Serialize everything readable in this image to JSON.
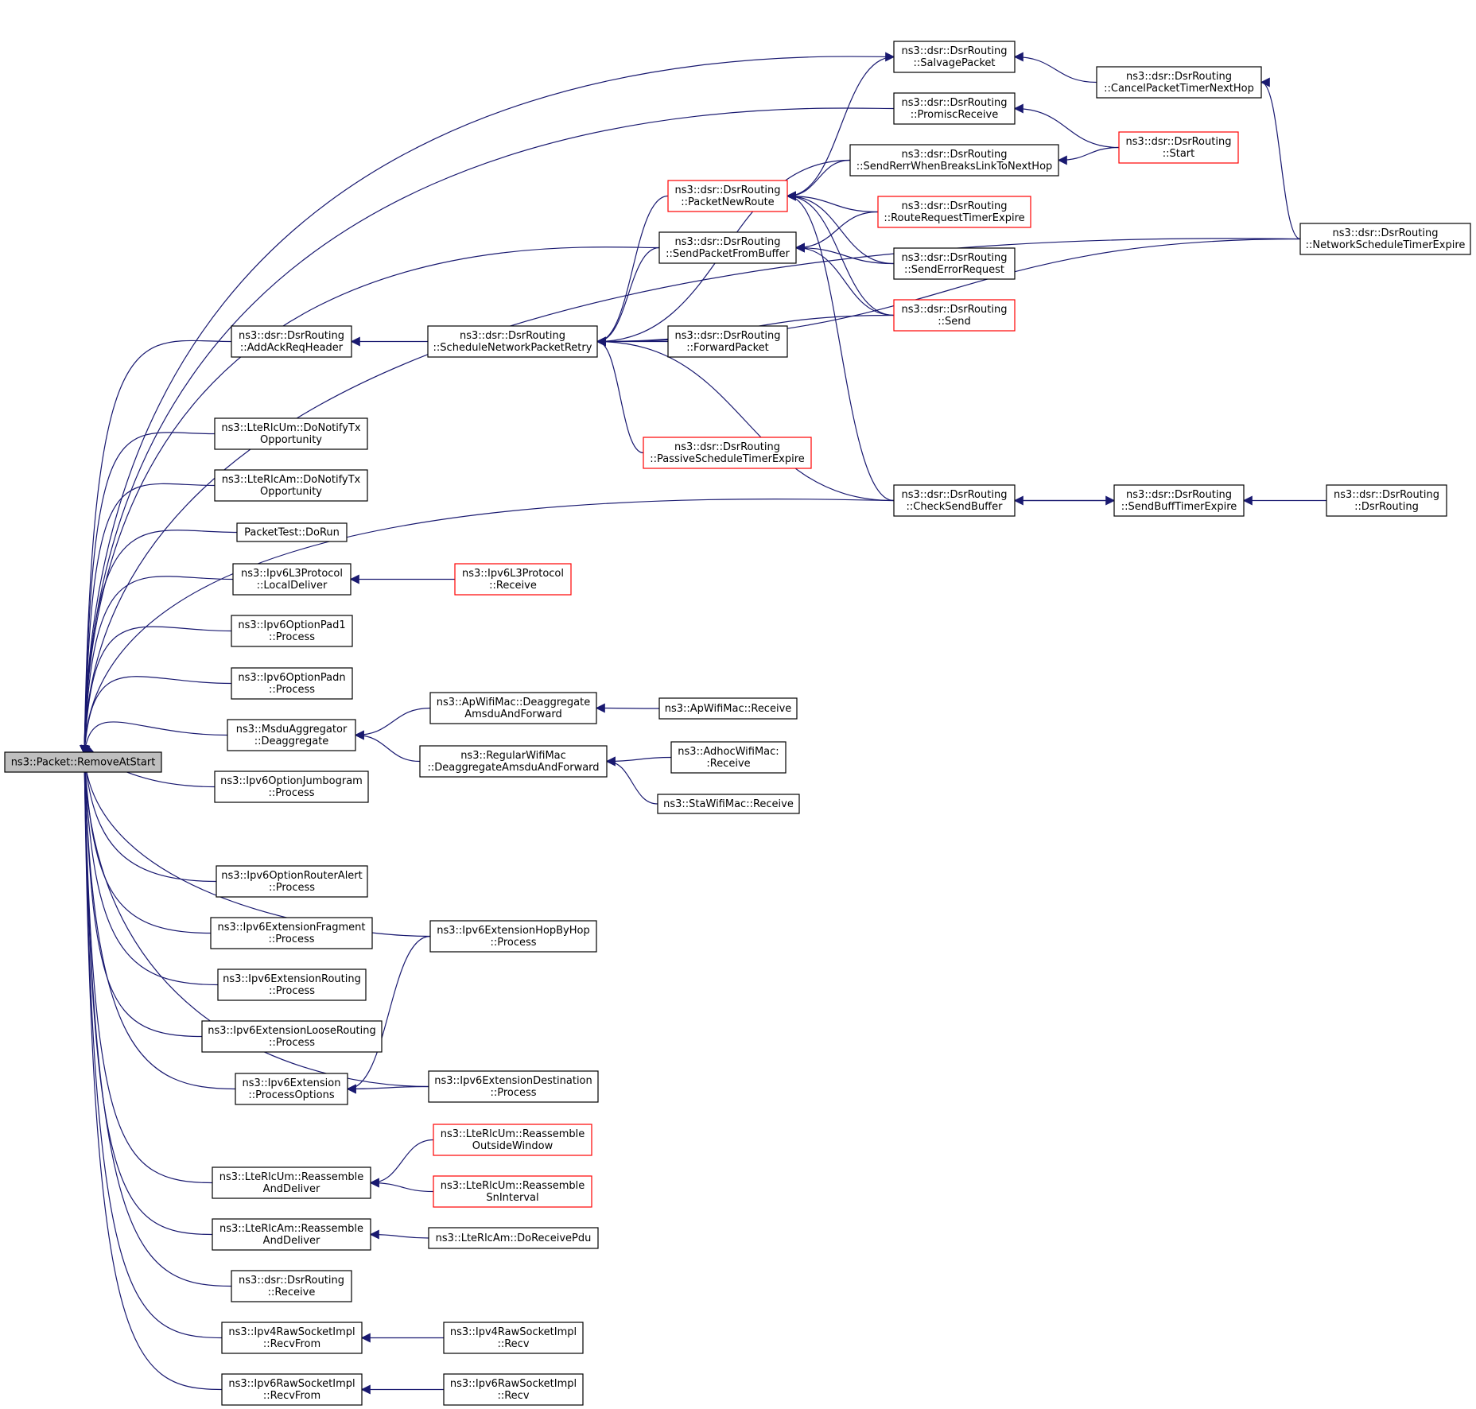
{
  "colors": {
    "edge": "#191970",
    "border_default": "#000000",
    "border_truncated": "#ff0000",
    "fill_root": "#bfbfbf",
    "fill_default": "#ffffff"
  },
  "nodes": [
    {
      "id": "root",
      "lines": [
        "ns3::Packet::RemoveAtStart"
      ],
      "kind": "root"
    },
    {
      "id": "salvage",
      "lines": [
        "ns3::dsr::DsrRouting",
        "::SalvagePacket"
      ],
      "kind": "normal"
    },
    {
      "id": "cancel",
      "lines": [
        "ns3::dsr::DsrRouting",
        "::CancelPacketTimerNextHop"
      ],
      "kind": "normal"
    },
    {
      "id": "promisc",
      "lines": [
        "ns3::dsr::DsrRouting",
        "::PromiscReceive"
      ],
      "kind": "normal"
    },
    {
      "id": "start",
      "lines": [
        "ns3::dsr::DsrRouting",
        "::Start"
      ],
      "kind": "truncated"
    },
    {
      "id": "rerr",
      "lines": [
        "ns3::dsr::DsrRouting",
        "::SendRerrWhenBreaksLinkToNextHop"
      ],
      "kind": "normal"
    },
    {
      "id": "pnr",
      "lines": [
        "ns3::dsr::DsrRouting",
        "::PacketNewRoute"
      ],
      "kind": "truncated"
    },
    {
      "id": "rrte",
      "lines": [
        "ns3::dsr::DsrRouting",
        "::RouteRequestTimerExpire"
      ],
      "kind": "truncated"
    },
    {
      "id": "spfb",
      "lines": [
        "ns3::dsr::DsrRouting",
        "::SendPacketFromBuffer"
      ],
      "kind": "normal"
    },
    {
      "id": "ser",
      "lines": [
        "ns3::dsr::DsrRouting",
        "::SendErrorRequest"
      ],
      "kind": "normal"
    },
    {
      "id": "nste",
      "lines": [
        "ns3::dsr::DsrRouting",
        "::NetworkScheduleTimerExpire"
      ],
      "kind": "normal"
    },
    {
      "id": "send",
      "lines": [
        "ns3::dsr::DsrRouting",
        "::Send"
      ],
      "kind": "truncated"
    },
    {
      "id": "aarh",
      "lines": [
        "ns3::dsr::DsrRouting",
        "::AddAckReqHeader"
      ],
      "kind": "normal"
    },
    {
      "id": "snpr",
      "lines": [
        "ns3::dsr::DsrRouting",
        "::ScheduleNetworkPacketRetry"
      ],
      "kind": "normal"
    },
    {
      "id": "fwd",
      "lines": [
        "ns3::dsr::DsrRouting",
        "::ForwardPacket"
      ],
      "kind": "normal"
    },
    {
      "id": "um_tx",
      "lines": [
        "ns3::LteRlcUm::DoNotifyTx",
        "Opportunity"
      ],
      "kind": "normal"
    },
    {
      "id": "pste",
      "lines": [
        "ns3::dsr::DsrRouting",
        "::PassiveScheduleTimerExpire"
      ],
      "kind": "truncated"
    },
    {
      "id": "am_tx",
      "lines": [
        "ns3::LteRlcAm::DoNotifyTx",
        "Opportunity"
      ],
      "kind": "normal"
    },
    {
      "id": "csb",
      "lines": [
        "ns3::dsr::DsrRouting",
        "::CheckSendBuffer"
      ],
      "kind": "normal"
    },
    {
      "id": "sbte",
      "lines": [
        "ns3::dsr::DsrRouting",
        "::SendBuffTimerExpire"
      ],
      "kind": "normal"
    },
    {
      "id": "dsrr",
      "lines": [
        "ns3::dsr::DsrRouting",
        "::DsrRouting"
      ],
      "kind": "normal"
    },
    {
      "id": "pt",
      "lines": [
        "PacketTest::DoRun"
      ],
      "kind": "normal"
    },
    {
      "id": "l3ld",
      "lines": [
        "ns3::Ipv6L3Protocol",
        "::LocalDeliver"
      ],
      "kind": "normal"
    },
    {
      "id": "l3rcv",
      "lines": [
        "ns3::Ipv6L3Protocol",
        "::Receive"
      ],
      "kind": "truncated"
    },
    {
      "id": "pad1",
      "lines": [
        "ns3::Ipv6OptionPad1",
        "::Process"
      ],
      "kind": "normal"
    },
    {
      "id": "padn",
      "lines": [
        "ns3::Ipv6OptionPadn",
        "::Process"
      ],
      "kind": "normal"
    },
    {
      "id": "apdeag",
      "lines": [
        "ns3::ApWifiMac::Deaggregate",
        "AmsduAndForward"
      ],
      "kind": "normal"
    },
    {
      "id": "aprcv",
      "lines": [
        "ns3::ApWifiMac::Receive"
      ],
      "kind": "normal"
    },
    {
      "id": "msdu",
      "lines": [
        "ns3::MsduAggregator",
        "::Deaggregate"
      ],
      "kind": "normal"
    },
    {
      "id": "regdeag",
      "lines": [
        "ns3::RegularWifiMac",
        "::DeaggregateAmsduAndForward"
      ],
      "kind": "normal"
    },
    {
      "id": "adhoc",
      "lines": [
        "ns3::AdhocWifiMac:",
        ":Receive"
      ],
      "kind": "normal"
    },
    {
      "id": "jumbo",
      "lines": [
        "ns3::Ipv6OptionJumbogram",
        "::Process"
      ],
      "kind": "normal"
    },
    {
      "id": "sta",
      "lines": [
        "ns3::StaWifiMac::Receive"
      ],
      "kind": "normal"
    },
    {
      "id": "ralert",
      "lines": [
        "ns3::Ipv6OptionRouterAlert",
        "::Process"
      ],
      "kind": "normal"
    },
    {
      "id": "frag",
      "lines": [
        "ns3::Ipv6ExtensionFragment",
        "::Process"
      ],
      "kind": "normal"
    },
    {
      "id": "hbh",
      "lines": [
        "ns3::Ipv6ExtensionHopByHop",
        "::Process"
      ],
      "kind": "normal"
    },
    {
      "id": "rout",
      "lines": [
        "ns3::Ipv6ExtensionRouting",
        "::Process"
      ],
      "kind": "normal"
    },
    {
      "id": "loose",
      "lines": [
        "ns3::Ipv6ExtensionLooseRouting",
        "::Process"
      ],
      "kind": "normal"
    },
    {
      "id": "popt",
      "lines": [
        "ns3::Ipv6Extension",
        "::ProcessOptions"
      ],
      "kind": "normal"
    },
    {
      "id": "dest",
      "lines": [
        "ns3::Ipv6ExtensionDestination",
        "::Process"
      ],
      "kind": "normal"
    },
    {
      "id": "umow",
      "lines": [
        "ns3::LteRlcUm::Reassemble",
        "OutsideWindow"
      ],
      "kind": "truncated"
    },
    {
      "id": "umrad",
      "lines": [
        "ns3::LteRlcUm::Reassemble",
        "AndDeliver"
      ],
      "kind": "normal"
    },
    {
      "id": "umsn",
      "lines": [
        "ns3::LteRlcUm::Reassemble",
        "SnInterval"
      ],
      "kind": "truncated"
    },
    {
      "id": "amrad",
      "lines": [
        "ns3::LteRlcAm::Reassemble",
        "AndDeliver"
      ],
      "kind": "normal"
    },
    {
      "id": "amrcv",
      "lines": [
        "ns3::LteRlcAm::DoReceivePdu"
      ],
      "kind": "normal"
    },
    {
      "id": "dsrrcv",
      "lines": [
        "ns3::dsr::DsrRouting",
        "::Receive"
      ],
      "kind": "normal"
    },
    {
      "id": "v4rf",
      "lines": [
        "ns3::Ipv4RawSocketImpl",
        "::RecvFrom"
      ],
      "kind": "normal"
    },
    {
      "id": "v4r",
      "lines": [
        "ns3::Ipv4RawSocketImpl",
        "::Recv"
      ],
      "kind": "normal"
    },
    {
      "id": "v6rf",
      "lines": [
        "ns3::Ipv6RawSocketImpl",
        "::RecvFrom"
      ],
      "kind": "normal"
    },
    {
      "id": "v6r",
      "lines": [
        "ns3::Ipv6RawSocketImpl",
        "::Recv"
      ],
      "kind": "normal"
    }
  ],
  "edges": [
    [
      "root",
      "salvage"
    ],
    [
      "root",
      "promisc"
    ],
    [
      "root",
      "spfb"
    ],
    [
      "root",
      "nste"
    ],
    [
      "root",
      "aarh"
    ],
    [
      "root",
      "csb"
    ],
    [
      "root",
      "um_tx"
    ],
    [
      "root",
      "am_tx"
    ],
    [
      "root",
      "pt"
    ],
    [
      "root",
      "l3ld"
    ],
    [
      "root",
      "pad1"
    ],
    [
      "root",
      "padn"
    ],
    [
      "root",
      "msdu"
    ],
    [
      "root",
      "jumbo"
    ],
    [
      "root",
      "hbh"
    ],
    [
      "root",
      "ralert"
    ],
    [
      "root",
      "frag"
    ],
    [
      "root",
      "rout"
    ],
    [
      "root",
      "loose"
    ],
    [
      "root",
      "popt"
    ],
    [
      "root",
      "dest"
    ],
    [
      "root",
      "umrad"
    ],
    [
      "root",
      "amrad"
    ],
    [
      "root",
      "dsrrcv"
    ],
    [
      "root",
      "v4rf"
    ],
    [
      "root",
      "v6rf"
    ],
    [
      "salvage",
      "cancel"
    ],
    [
      "salvage",
      "pnr"
    ],
    [
      "cancel",
      "nste"
    ],
    [
      "promisc",
      "start"
    ],
    [
      "rerr",
      "start"
    ],
    [
      "pnr",
      "rerr"
    ],
    [
      "pnr",
      "rrte"
    ],
    [
      "pnr",
      "ser"
    ],
    [
      "pnr",
      "send"
    ],
    [
      "pnr",
      "csb"
    ],
    [
      "spfb",
      "rrte"
    ],
    [
      "spfb",
      "ser"
    ],
    [
      "spfb",
      "send"
    ],
    [
      "aarh",
      "snpr"
    ],
    [
      "snpr",
      "pnr"
    ],
    [
      "snpr",
      "spfb"
    ],
    [
      "snpr",
      "rerr"
    ],
    [
      "snpr",
      "send"
    ],
    [
      "snpr",
      "fwd"
    ],
    [
      "snpr",
      "nste"
    ],
    [
      "snpr",
      "pste"
    ],
    [
      "snpr",
      "csb"
    ],
    [
      "csb",
      "sbte"
    ],
    [
      "sbte",
      "csb"
    ],
    [
      "sbte",
      "dsrr"
    ],
    [
      "l3ld",
      "l3rcv"
    ],
    [
      "msdu",
      "apdeag"
    ],
    [
      "msdu",
      "regdeag"
    ],
    [
      "apdeag",
      "aprcv"
    ],
    [
      "regdeag",
      "adhoc"
    ],
    [
      "regdeag",
      "sta"
    ],
    [
      "popt",
      "hbh"
    ],
    [
      "popt",
      "dest"
    ],
    [
      "umrad",
      "umow"
    ],
    [
      "umrad",
      "umsn"
    ],
    [
      "amrad",
      "amrcv"
    ],
    [
      "v4rf",
      "v4r"
    ],
    [
      "v6rf",
      "v6r"
    ]
  ]
}
